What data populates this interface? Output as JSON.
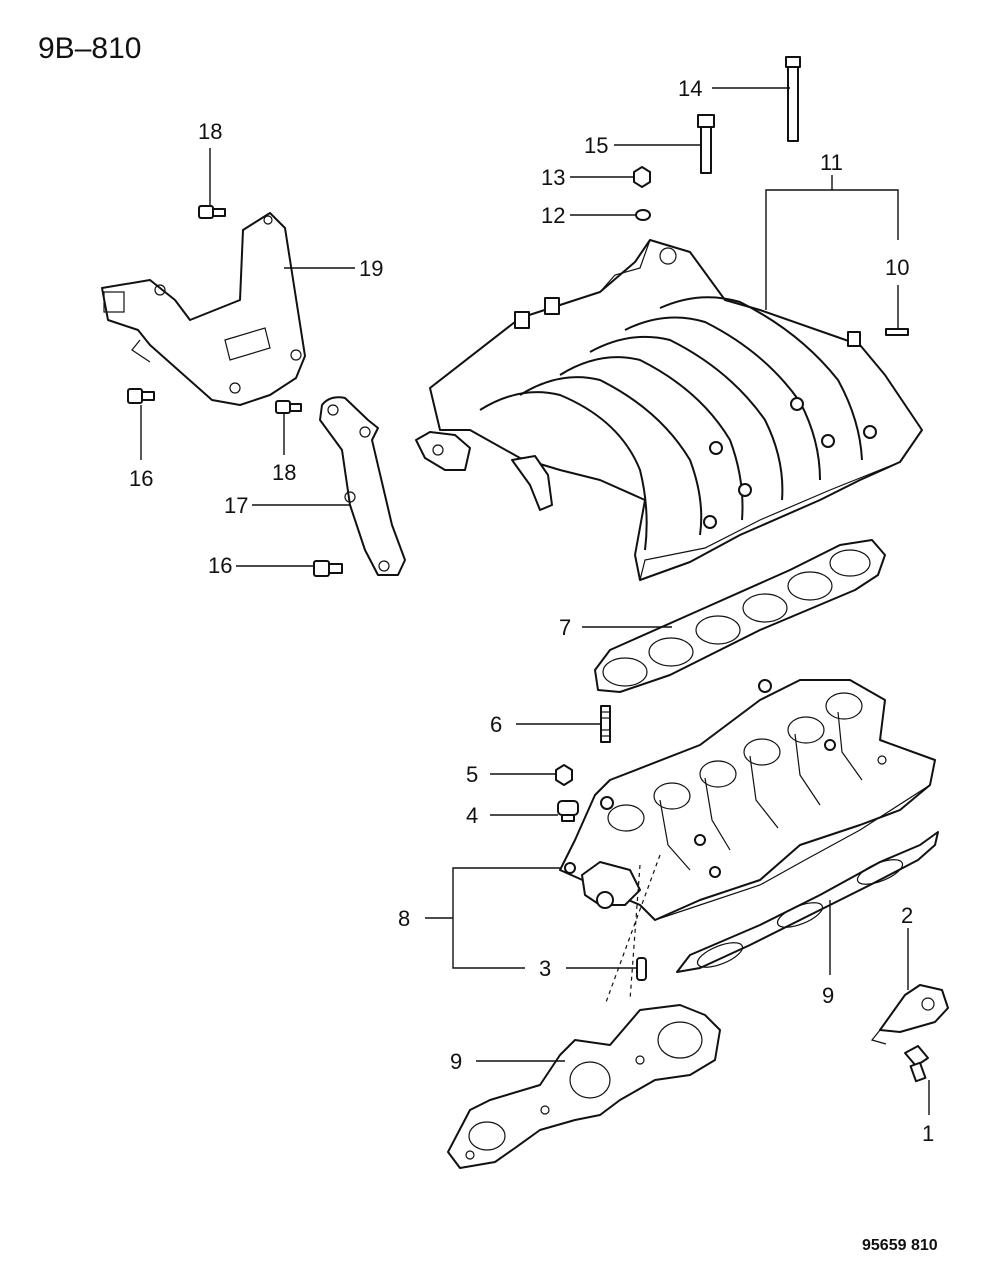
{
  "header": {
    "diagram_id": "9B–810"
  },
  "footer": {
    "ref_code": "95659  810"
  },
  "callouts": {
    "c1": "1",
    "c2": "2",
    "c3": "3",
    "c4": "4",
    "c5": "5",
    "c6": "6",
    "c7": "7",
    "c8": "8",
    "c9a": "9",
    "c9b": "9",
    "c10": "10",
    "c11": "11",
    "c12": "12",
    "c13": "13",
    "c14": "14",
    "c15": "15",
    "c16a": "16",
    "c16b": "16",
    "c17": "17",
    "c18a": "18",
    "c18b": "18",
    "c19": "19"
  }
}
